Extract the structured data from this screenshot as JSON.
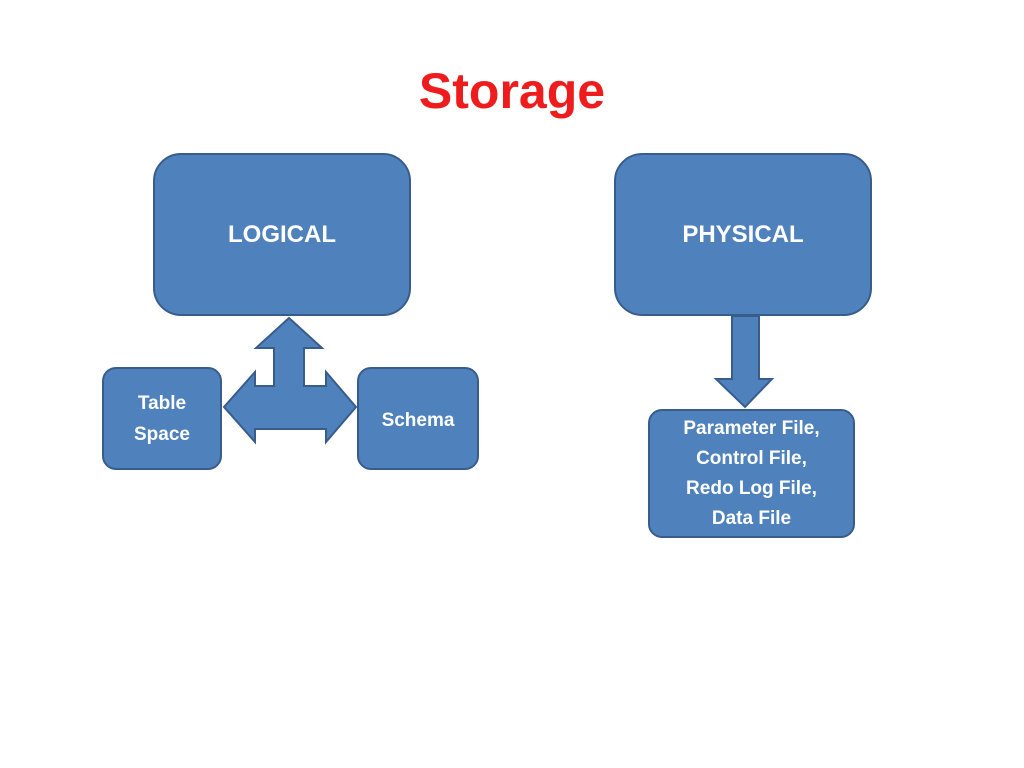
{
  "slide": {
    "title": "Storage"
  },
  "boxes": {
    "logical": "LOGICAL",
    "physical": "PHYSICAL",
    "table_space": [
      "Table",
      "Space"
    ],
    "schema": "Schema",
    "physical_files": [
      "Parameter File,",
      "Control File,",
      "Redo Log File,",
      "Data File"
    ]
  },
  "colors": {
    "title": "#ee1c1c",
    "box_fill": "#4f81bd",
    "box_border": "#385d8a",
    "box_text": "#ffffff"
  }
}
